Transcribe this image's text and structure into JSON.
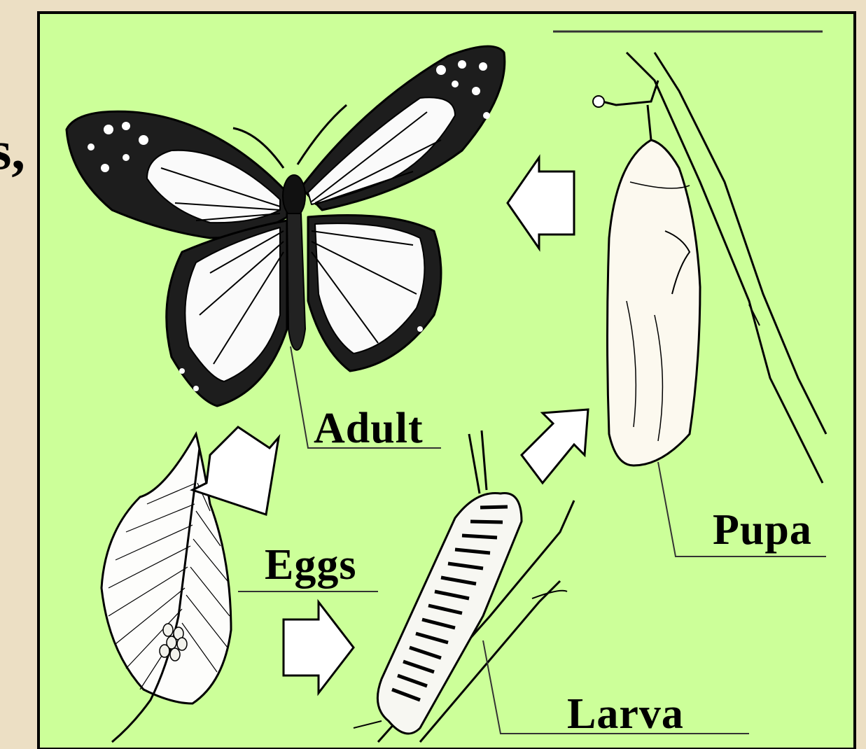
{
  "colors": {
    "page_background": "#ecdfc4",
    "panel_background": "#ccff99",
    "ink": "#000000",
    "arrow_fill": "#ffffff"
  },
  "left_edge_text": "s,",
  "stages": {
    "adult": "Adult",
    "eggs": "Eggs",
    "larva": "Larva",
    "pupa": "Pupa"
  },
  "cycle_order": [
    "eggs",
    "larva",
    "pupa",
    "adult"
  ],
  "icons": [
    "butterfly-icon",
    "leaf-icon",
    "caterpillar-icon",
    "chrysalis-icon",
    "cycle-arrow-icon"
  ]
}
